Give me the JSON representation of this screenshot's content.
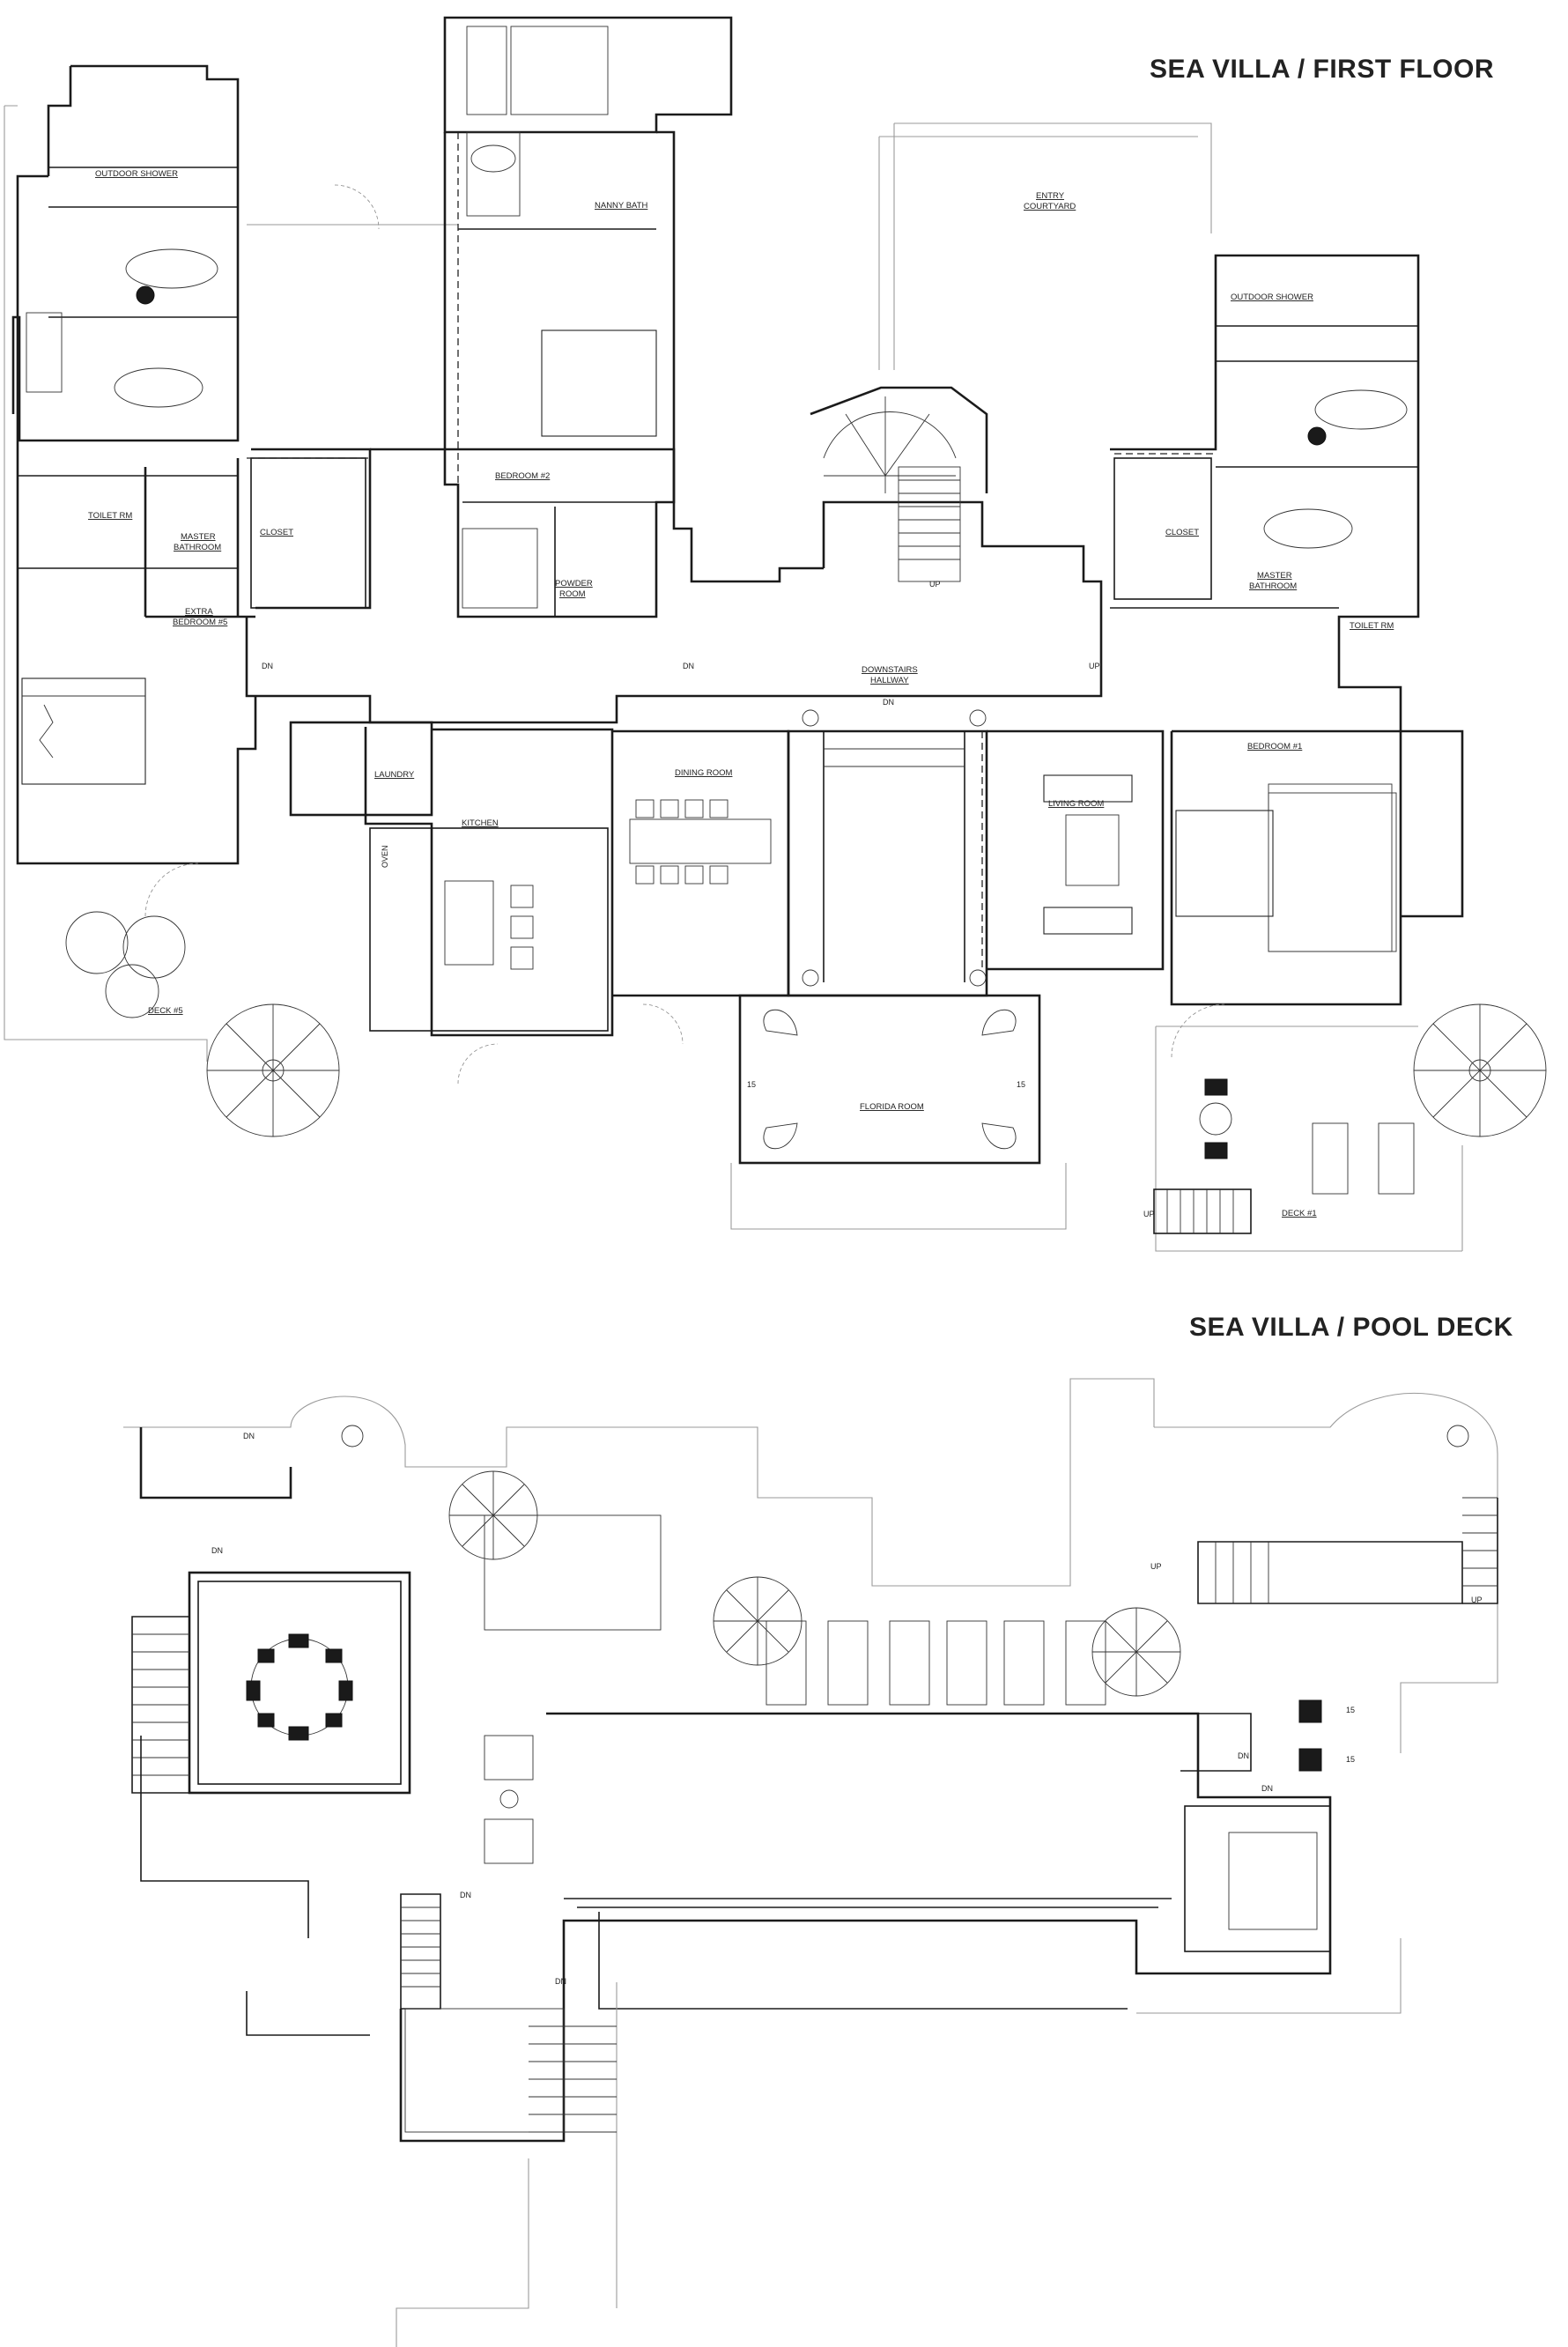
{
  "titles": {
    "first_floor": "SEA VILLA / FIRST FLOOR",
    "pool_deck": "SEA VILLA / POOL DECK"
  },
  "rooms": {
    "outdoor_shower_left": "OUTDOOR SHOWER",
    "toilet_rm_left": "TOILET RM",
    "master_bathroom_left_1": "MASTER",
    "master_bathroom_left_2": "BATHROOM",
    "closet_left": "CLOSET",
    "extra_bedroom_1": "EXTRA",
    "extra_bedroom_2": "BEDROOM #5",
    "nanny_bath": "NANNY BATH",
    "bedroom_2": "BEDROOM #2",
    "powder_room_1": "POWDER",
    "powder_room_2": "ROOM",
    "laundry": "LAUNDRY",
    "kitchen": "KITCHEN",
    "oven": "OVEN",
    "dining_room": "DINING ROOM",
    "entry_courtyard_1": "ENTRY",
    "entry_courtyard_2": "COURTYARD",
    "downstairs_hallway_1": "DOWNSTAIRS",
    "downstairs_hallway_2": "HALLWAY",
    "living_room": "LIVING ROOM",
    "florida_room": "FLORIDA ROOM",
    "outdoor_shower_right": "OUTDOOR SHOWER",
    "closet_right": "CLOSET",
    "master_bathroom_right_1": "MASTER",
    "master_bathroom_right_2": "BATHROOM",
    "toilet_rm_right": "TOILET RM",
    "bedroom_1": "BEDROOM #1",
    "deck_5": "DECK #5",
    "deck_1": "DECK #1"
  },
  "markers": {
    "dn": "DN",
    "up": "UP",
    "table_number": "15"
  }
}
